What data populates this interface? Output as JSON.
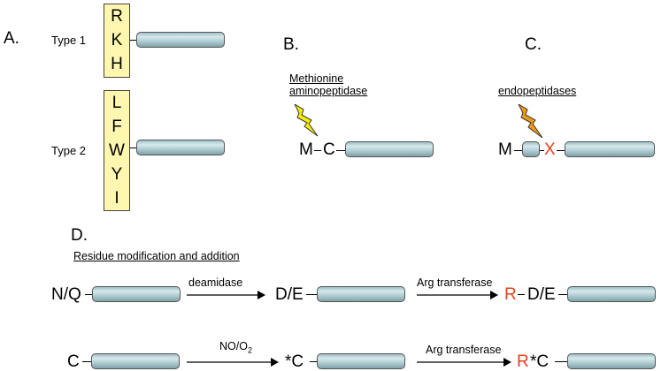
{
  "panels": {
    "a": "A.",
    "b": "B.",
    "c": "C.",
    "d": "D."
  },
  "panel_a": {
    "type1_label": "Type 1",
    "type1_residues": [
      "R",
      "K",
      "H"
    ],
    "type2_label": "Type 2",
    "type2_residues": [
      "L",
      "F",
      "W",
      "Y",
      "I"
    ]
  },
  "panel_b": {
    "enzyme_line1": "Methionine",
    "enzyme_line2": "aminopeptidase",
    "res1": "M",
    "res2": "C"
  },
  "panel_c": {
    "enzyme": "endopeptidases",
    "res1": "M",
    "res2": "X"
  },
  "panel_d": {
    "title": "Residue modification and addition",
    "row1": {
      "start": "N/Q",
      "enzyme1": "deamidase",
      "mid": "D/E",
      "enzyme2": "Arg transferase",
      "added": "R",
      "end": "D/E"
    },
    "row2": {
      "start": "C",
      "enzyme1_main": "NO/O",
      "enzyme1_sub": "2",
      "mid": "*C",
      "enzyme2": "Arg transferase",
      "added": "R",
      "end": "*C"
    }
  },
  "colors": {
    "residue_box": "#fff7b0",
    "protein": "#b6d2d7",
    "highlight_red": "#e8401c",
    "bolt_yellow": "#f5ee00",
    "bolt_orange": "#f39a12"
  }
}
